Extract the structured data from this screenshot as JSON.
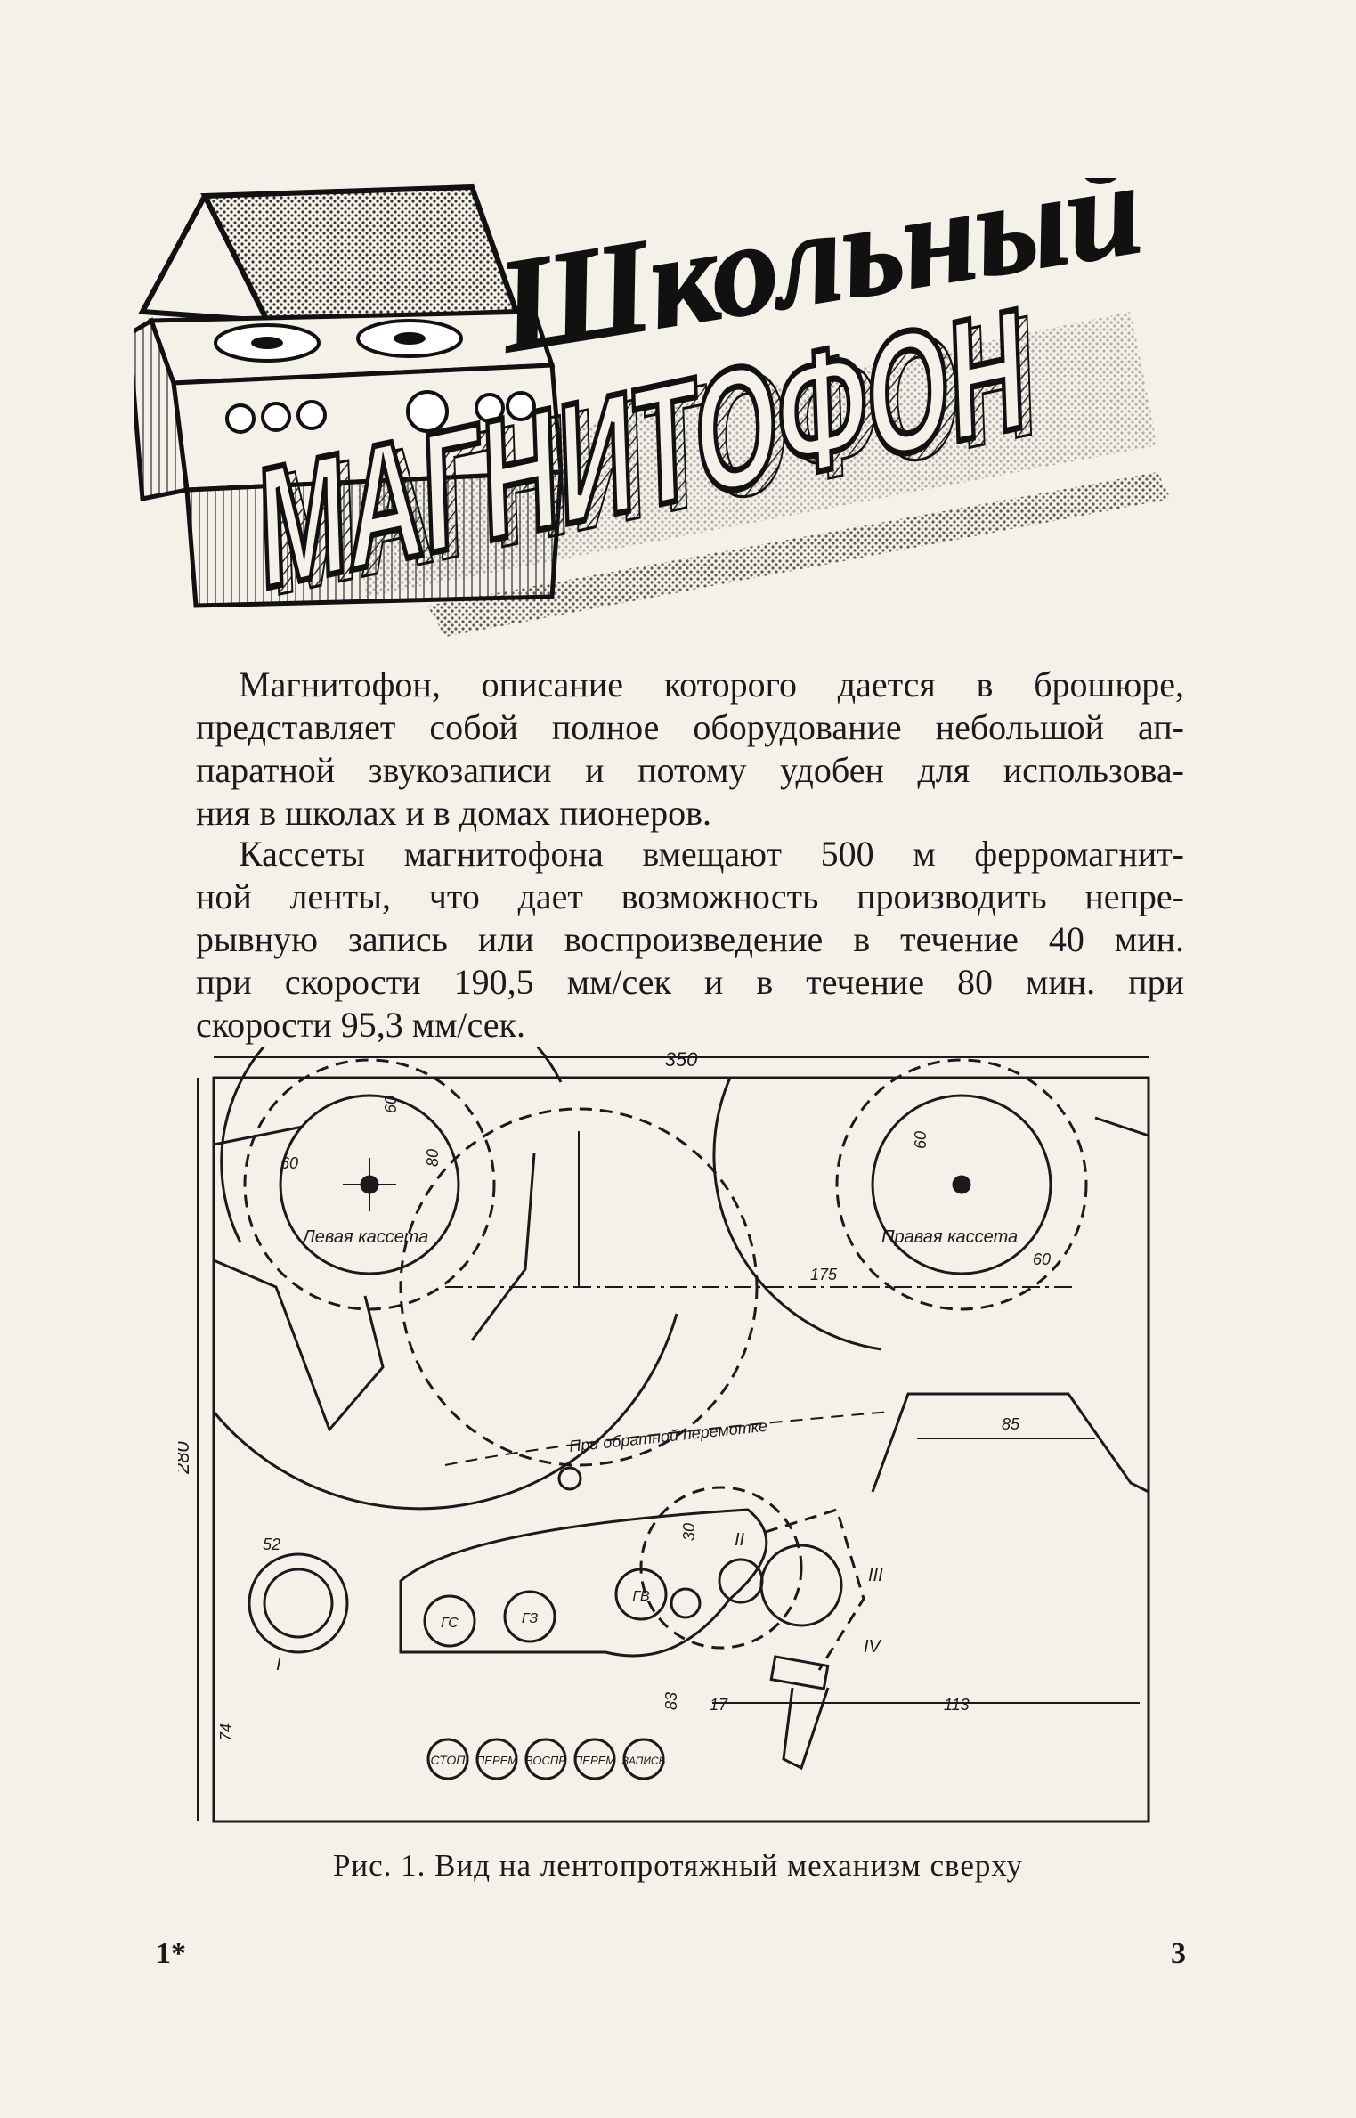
{
  "header": {
    "title_script": "Школьный",
    "title_block": "МАГНИТОФОН"
  },
  "paragraphs": [
    {
      "lines": [
        "Магнитофон, описание которого дается в брошюре,",
        "представляет собой полное оборудование небольшой ап-",
        "паратной звукозаписи и потому удобен для использова-",
        "ния в школах и в домах пионеров."
      ]
    },
    {
      "lines": [
        "Кассеты магнитофона вмещают 500 м ферромагнит-",
        "ной ленты, что дает возможность производить непре-",
        "рывную запись или воспроизведение в течение 40 мин.",
        "при скорости 190,5 мм/сек и в течение 80 мин. при",
        "скорости 95,3 мм/сек."
      ]
    }
  ],
  "figure": {
    "dims": {
      "width": "350",
      "height": "280",
      "left_reel_x": "60",
      "left_reel_y": "60",
      "center_y": "80",
      "right_reel_y": "60",
      "right_reel_x": "60",
      "center_gap": "175",
      "right_offset": "85",
      "roller_x": "52",
      "roller_y": "74",
      "head_dx": "30",
      "head_dy": "83",
      "head_gap": "17",
      "bottom_right": "113"
    },
    "labels": {
      "left_cassette": "Левая кассета",
      "right_cassette": "Правая кассета",
      "rewind_note": "При обратной перемотке",
      "roman_1": "I",
      "roman_2": "II",
      "roman_3": "III",
      "roman_4": "IV",
      "head_gs": "ГС",
      "head_gz": "ГЗ",
      "head_gv": "ГВ"
    },
    "buttons": [
      "СТОП",
      "ПЕРЕМ",
      "ВОСПР",
      "ПЕРЕМ",
      "ЗАПИСЬ"
    ]
  },
  "caption": "Рис. 1. Вид на лентопротяжный механизм сверху",
  "footer": {
    "left": "1*",
    "right": "3"
  }
}
